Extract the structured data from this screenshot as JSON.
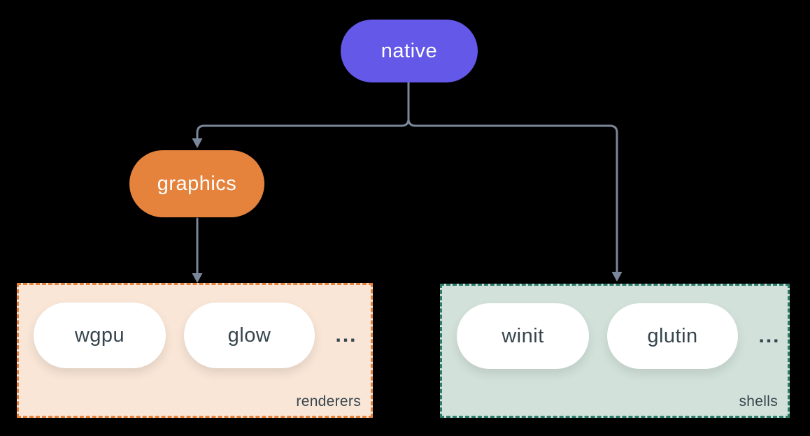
{
  "diagram": {
    "root_node": {
      "label": "native"
    },
    "mid_node": {
      "label": "graphics"
    },
    "groups": [
      {
        "id": "renderers",
        "label": "renderers",
        "items": [
          "wgpu",
          "glow"
        ],
        "ellipsis": "..."
      },
      {
        "id": "shells",
        "label": "shells",
        "items": [
          "winit",
          "glutin"
        ],
        "ellipsis": "..."
      }
    ],
    "edges": [
      {
        "from": "native",
        "to": "graphics"
      },
      {
        "from": "native",
        "to": "shells"
      },
      {
        "from": "graphics",
        "to": "renderers"
      }
    ]
  },
  "colors": {
    "bg": "#000000",
    "line": "#7a8699",
    "purple": "#6358e8",
    "orange": "#e5833d",
    "peach": "#f9e6d7",
    "green": "#d2e2da",
    "teal": "#2c7d6c",
    "dark": "#36454d",
    "white": "#ffffff"
  }
}
